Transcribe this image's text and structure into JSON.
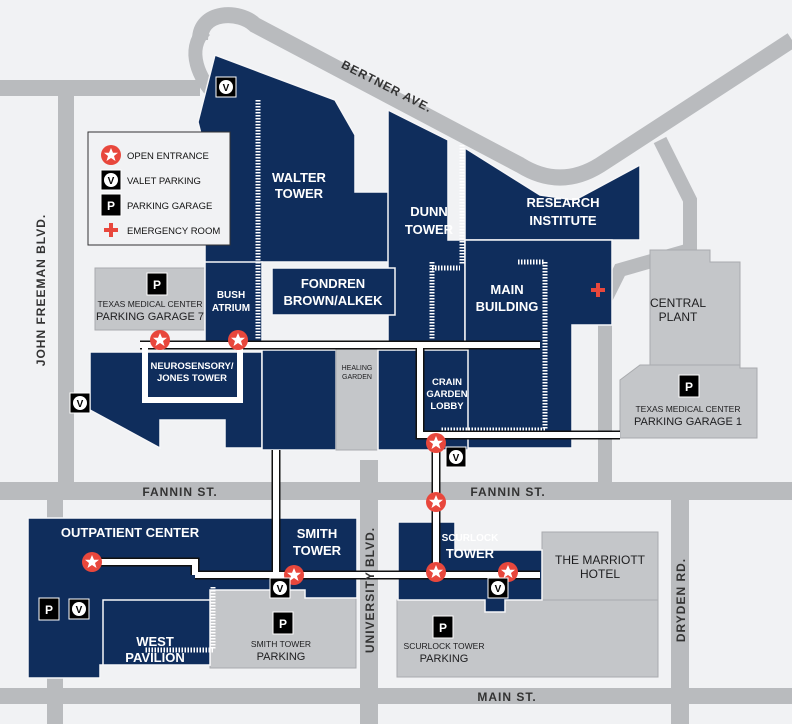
{
  "legend": {
    "items": [
      {
        "icon": "star-icon",
        "label": "OPEN ENTRANCE"
      },
      {
        "icon": "valet-icon",
        "label": "VALET PARKING",
        "glyph": "V"
      },
      {
        "icon": "parking-icon",
        "label": "PARKING GARAGE",
        "glyph": "P"
      },
      {
        "icon": "cross-icon",
        "label": "EMERGENCY ROOM"
      }
    ]
  },
  "streets": {
    "bertner": "BERTNER AVE.",
    "john_freeman": "JOHN FREEMAN BLVD.",
    "fannin_left": "FANNIN ST.",
    "fannin_right": "FANNIN ST.",
    "university": "UNIVERSITY BLVD.",
    "dryden": "DRYDEN RD.",
    "main": "MAIN ST."
  },
  "buildings": {
    "walter": [
      "WALTER",
      "TOWER"
    ],
    "dunn": [
      "DUNN",
      "TOWER"
    ],
    "research": [
      "RESEARCH",
      "INSTITUTE"
    ],
    "bush": [
      "BUSH",
      "ATRIUM"
    ],
    "fondren": [
      "FONDREN",
      "BROWN/ALKEK"
    ],
    "main_building": [
      "MAIN",
      "BUILDING"
    ],
    "neurosensory": [
      "NEUROSENSORY/",
      "JONES TOWER"
    ],
    "healing": [
      "HEALING",
      "GARDEN"
    ],
    "crain": [
      "CRAIN",
      "GARDEN",
      "LOBBY"
    ],
    "garage7": [
      "TEXAS MEDICAL CENTER",
      "PARKING GARAGE 7"
    ],
    "central": [
      "CENTRAL",
      "PLANT"
    ],
    "garage1": [
      "TEXAS MEDICAL CENTER",
      "PARKING GARAGE 1"
    ],
    "outpatient": "OUTPATIENT CENTER",
    "west": [
      "WEST",
      "PAVILION"
    ],
    "smith": [
      "SMITH",
      "TOWER"
    ],
    "smith_parking": [
      "SMITH TOWER",
      "PARKING"
    ],
    "scurlock": [
      "SCURLOCK",
      "TOWER"
    ],
    "scurlock_parking": [
      "SCURLOCK TOWER",
      "PARKING"
    ],
    "marriott": [
      "THE MARRIOTT",
      "HOTEL"
    ]
  },
  "colors": {
    "building": "#0f2d5c",
    "entrance": "#e8473c",
    "road": "#b9bbbe",
    "gray_building": "#c4c6c9"
  },
  "icons": {
    "valet": "V",
    "parking": "P"
  }
}
